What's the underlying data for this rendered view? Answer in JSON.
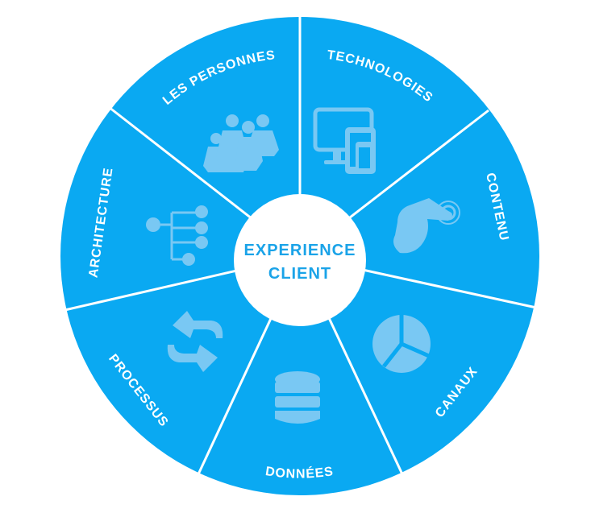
{
  "colors": {
    "segment_fill": "#0aa9f2",
    "divider": "#ffffff",
    "center_fill": "#ffffff",
    "center_text": "#1aa3e8",
    "icon_tint": "#79c8f3"
  },
  "center": {
    "line1": "EXPERIENCE",
    "line2": "CLIENT"
  },
  "segments": [
    {
      "label": "TECHNOLOGIES",
      "icon": "devices-icon"
    },
    {
      "label": "CONTENU",
      "icon": "touch-hand-icon"
    },
    {
      "label": "CANAUX",
      "icon": "pie-chart-icon"
    },
    {
      "label": "DONNÉES",
      "icon": "database-icon"
    },
    {
      "label": "PROCESSUS",
      "icon": "refresh-arrows-icon"
    },
    {
      "label": "ARCHITECTURE",
      "icon": "hierarchy-icon"
    },
    {
      "label": "LES PERSONNES",
      "icon": "people-group-icon"
    }
  ]
}
